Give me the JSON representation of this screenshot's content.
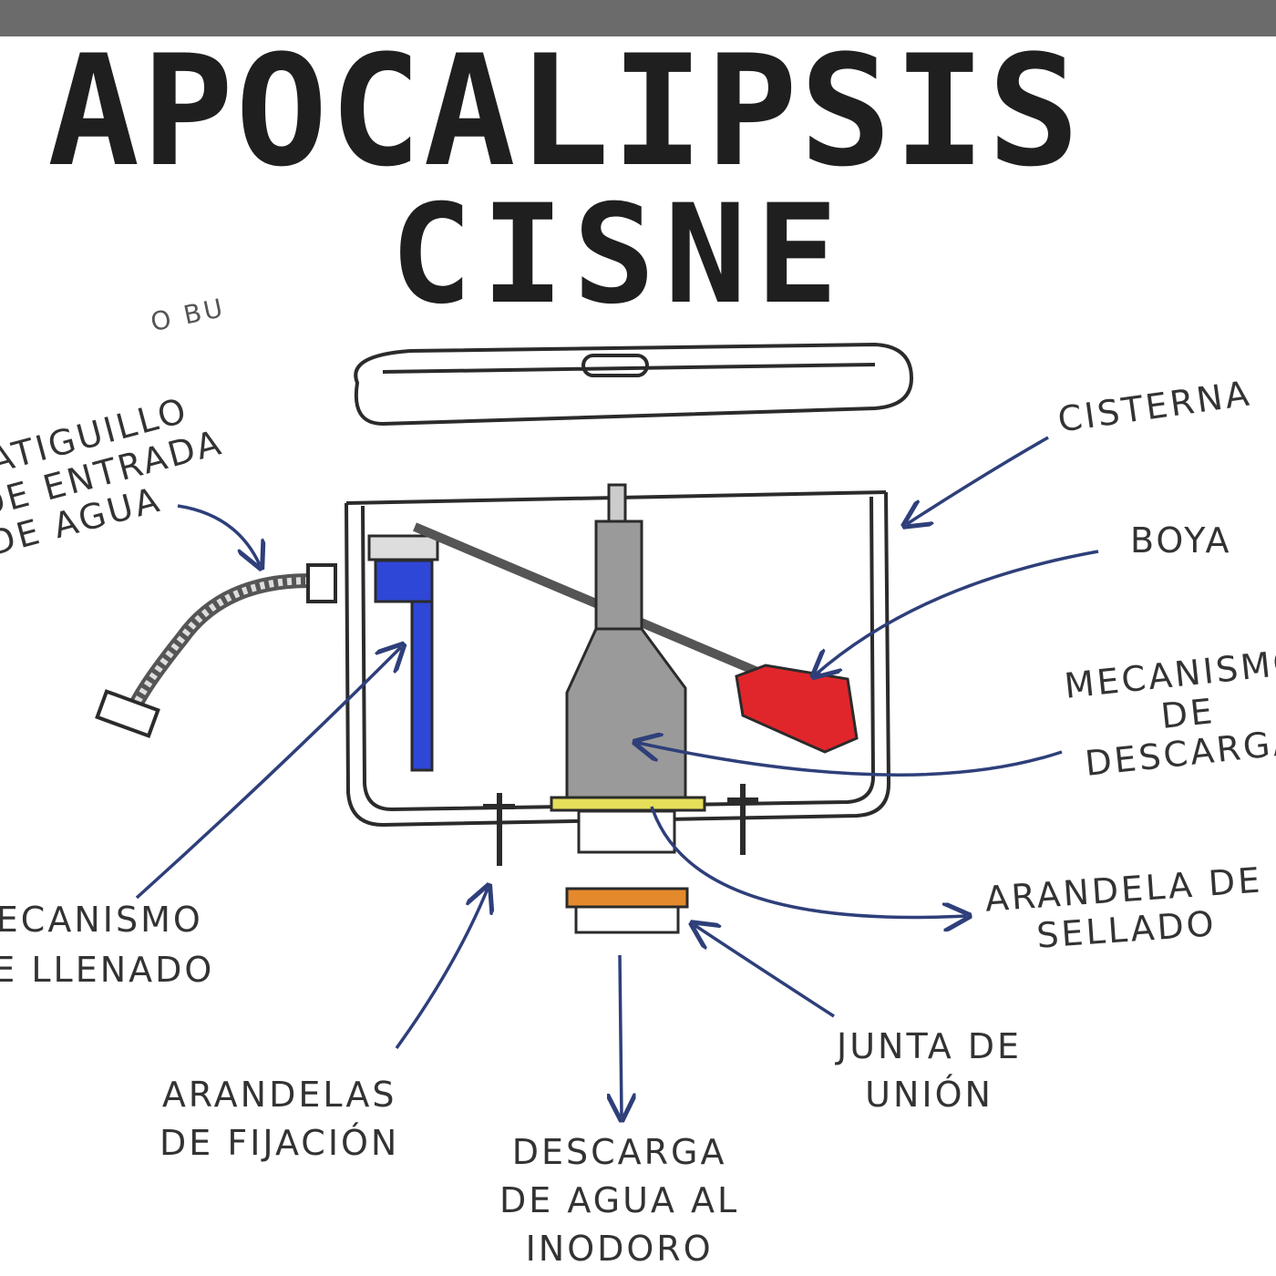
{
  "title": {
    "line1": "APOCALIPSIS",
    "line2": "CISNE"
  },
  "scribble": "O BU",
  "labels": {
    "cisterna": "CISTERNA",
    "latiguillo": [
      "LATIGUILLO",
      "DE ENTRADA",
      "DE AGUA"
    ],
    "boya": "BOYA",
    "mecanismo_descarga": [
      "MECANISMO",
      "DE",
      "DESCARGA"
    ],
    "mecanismo_llenado": [
      "MECANISMO",
      "DE LLENADO"
    ],
    "arandela_sellado": [
      "ARANDELA DE",
      "SELLADO"
    ],
    "arandelas_fijacion": [
      "ARANDELAS",
      "DE FIJACIÓN"
    ],
    "junta_union": [
      "JUNTA DE",
      "UNIÓN"
    ],
    "descarga_agua": [
      "DESCARGA",
      "DE AGUA AL",
      "INODORO"
    ]
  },
  "colors": {
    "ink": "#2b2b2b",
    "arrow": "#2e3f7a",
    "float": "#e0262b",
    "fill_valve": "#2f47d6",
    "flush_body": "#9a9a9a",
    "seal_washer": "#e6df5a",
    "union_gasket": "#e58a2c"
  }
}
